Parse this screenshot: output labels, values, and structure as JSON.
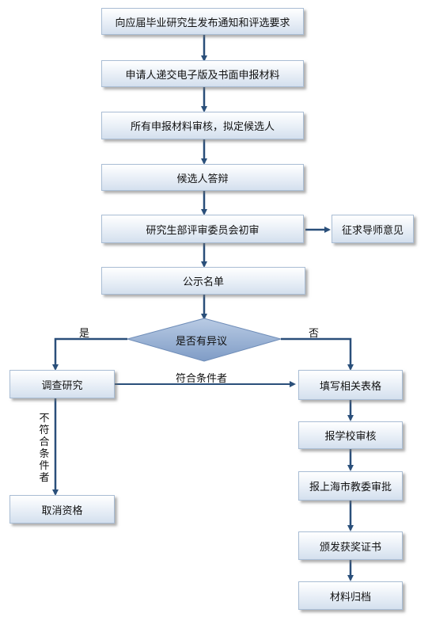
{
  "nodes": {
    "n1": "向应届毕业研究生发布通知和评选要求",
    "n2": "申请人递交电子版及书面申报材料",
    "n3": "所有申报材料审核，拟定候选人",
    "n4": "候选人答辩",
    "n5": "研究生部评审委员会初审",
    "n5_side": "征求导师意见",
    "n6": "公示名单",
    "decision": "是否有异议",
    "left1": "调查研究",
    "left2": "取消资格",
    "right1": "填写相关表格",
    "right2": "报学校审核",
    "right3": "报上海市教委审批",
    "right4": "颁发获奖证书",
    "right5": "材料归档"
  },
  "edge_labels": {
    "yes": "是",
    "no": "否",
    "qualified": "符合条件者",
    "not_qualified": "不符合条件者"
  },
  "colors": {
    "arrow": "#2a4f7a",
    "box_border": "#a9bdd4",
    "diamond_fill": "#8fa9cf"
  }
}
